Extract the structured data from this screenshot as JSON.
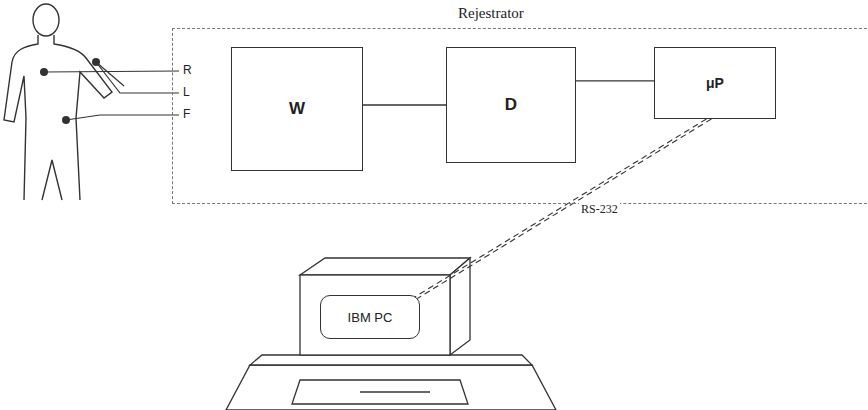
{
  "diagram": {
    "nodes": [
      {
        "text": [
          "Rejestrator"
        ]
      },
      {
        "text": [
          "W"
        ],
        "in": 0
      },
      {
        "text": [
          "D"
        ],
        "in": 0
      },
      {
        "text": [
          "μP"
        ],
        "in": 0
      },
      {
        "text": [
          "IBM PC"
        ]
      }
    ],
    "edges": [
      {
        "from": 1,
        "to": 2,
        "arrow": "none"
      },
      {
        "from": 2,
        "to": 3,
        "arrow": "none"
      },
      {
        "from": 3,
        "to": 4,
        "label": "RS-232",
        "arrow": "none"
      }
    ],
    "labels": [
      "R",
      "L",
      "F"
    ]
  }
}
